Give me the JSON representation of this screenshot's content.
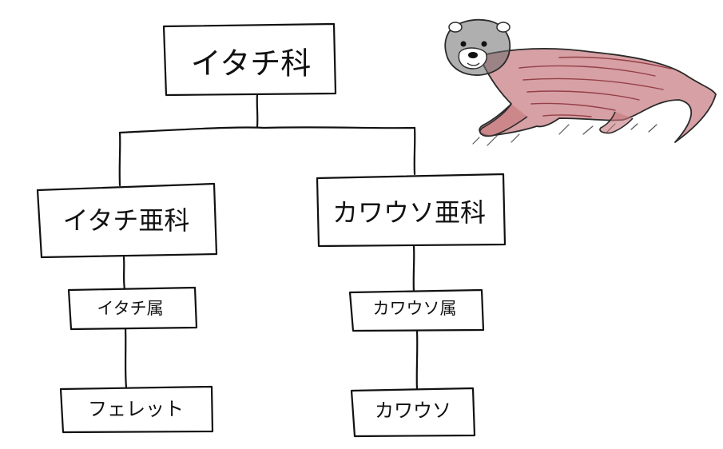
{
  "tree": {
    "root": {
      "label": "イタチ科"
    },
    "subfamilies": [
      {
        "label": "イタチ亜科",
        "genus": {
          "label": "イタチ属"
        },
        "species": {
          "label": "フェレット"
        }
      },
      {
        "label": "カワウソ亜科",
        "genus": {
          "label": "カワウソ属"
        },
        "species": {
          "label": "カワウソ"
        }
      }
    ]
  },
  "illustration": {
    "icon": "otter-sketch-icon",
    "fur_color": "#b5525a",
    "face_color": "#6d6d6d"
  }
}
